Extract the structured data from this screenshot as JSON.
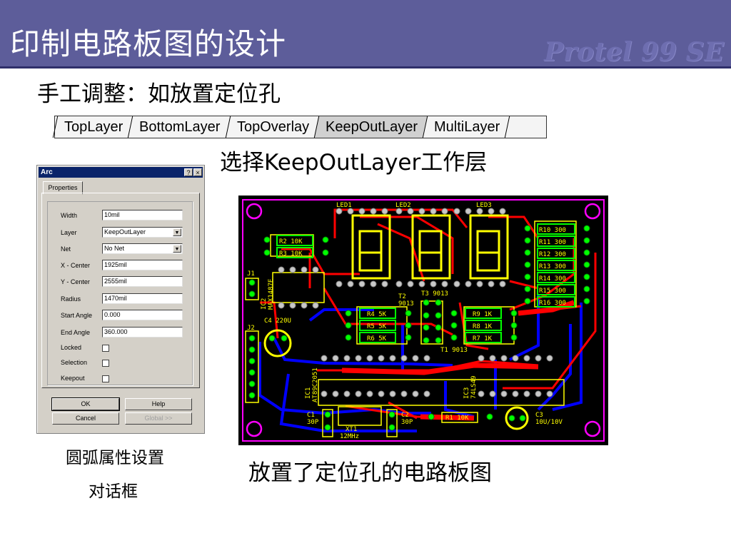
{
  "slide": {
    "title": "印制电路板图的设计",
    "brand": "Protel 99 SE",
    "subtitle": "手工调整：如放置定位孔",
    "caption_layer": "选择KeepOutLayer工作层",
    "caption_board": "放置了定位孔的电路板图",
    "caption_dialog_line1": "圆弧属性设置",
    "caption_dialog_line2": "对话框"
  },
  "layer_tabs": [
    {
      "label": "TopLayer",
      "active": false
    },
    {
      "label": "BottomLayer",
      "active": false
    },
    {
      "label": "TopOverlay",
      "active": false
    },
    {
      "label": "KeepOutLayer",
      "active": true
    },
    {
      "label": "MultiLayer",
      "active": false
    }
  ],
  "dialog": {
    "title": "Arc",
    "help_btn": "?",
    "close_btn": "×",
    "tab": "Properties",
    "fields": [
      {
        "label": "Width",
        "value": "10mil"
      },
      {
        "label": "Layer",
        "value": "KeepOutLayer"
      },
      {
        "label": "Net",
        "value": "No Net"
      },
      {
        "label": "X - Center",
        "value": "1925mil"
      },
      {
        "label": "Y - Center",
        "value": "2555mil"
      },
      {
        "label": "Radius",
        "value": "1470mil"
      },
      {
        "label": "Start Angle",
        "value": "0.000"
      },
      {
        "label": "End Angle",
        "value": "360.000"
      }
    ],
    "checkboxes": [
      {
        "label": "Locked",
        "checked": false
      },
      {
        "label": "Selection",
        "checked": false
      },
      {
        "label": "Keepout",
        "checked": false
      }
    ],
    "buttons": {
      "ok": "OK",
      "help": "Help",
      "cancel": "Cancel",
      "global": "Global >>"
    }
  },
  "pcb": {
    "labels": {
      "led1": "LED1",
      "led2": "LED2",
      "led3": "LED3",
      "r2": "R2 10K",
      "r3": "R3 10K",
      "r10": "R10 300",
      "r11": "R11 300",
      "r12": "R12 300",
      "r13": "R13 300",
      "r14": "R14 300",
      "r15": "R15 300",
      "r16": "R16 300",
      "j1": "J1",
      "j2": "J2",
      "ic2": "IC2",
      "max": "MAX1487E",
      "c4": "C4 220U",
      "t2": "T2",
      "t2type": "9013",
      "t3": "T3 9013",
      "t1": "T1 9013",
      "r4": "R4 5K",
      "r5": "R5 5K",
      "r6": "R6 5K",
      "r9": "R9 1K",
      "r8": "R8 1K",
      "r7": "R7 1K",
      "ic1": "IC1",
      "at89": "AT89C2051",
      "ic3": "IC3",
      "ls": "74LS49",
      "c1": "C1",
      "c1v": "30P",
      "c2": "C2",
      "c2v": "30P",
      "xt1": "XT1",
      "xt1v": "12MHz",
      "r1": "R1 10K",
      "c3": "C3",
      "c3v": "10U/10V"
    }
  },
  "colors": {
    "header_bg": "#5d5d9a",
    "keepout": "#ff00ff",
    "top_trace": "#ff0000",
    "bottom_trace": "#0000ff",
    "overlay": "#ffff00",
    "pad": "#00ff00"
  }
}
